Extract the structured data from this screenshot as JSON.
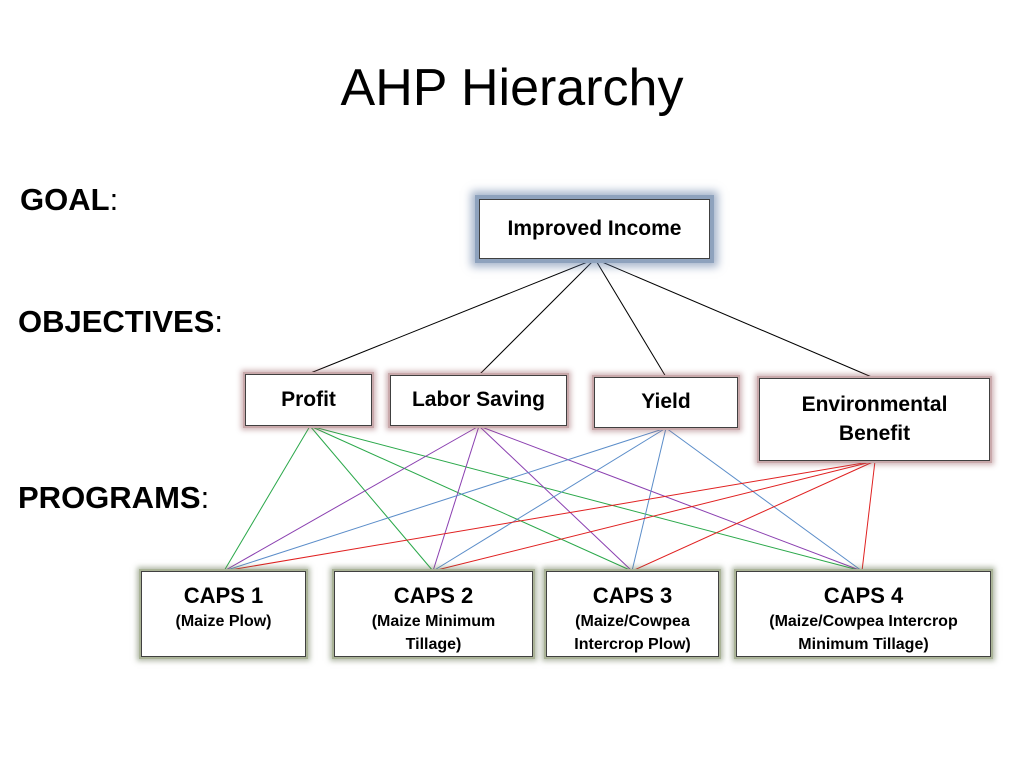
{
  "title": "AHP Hierarchy",
  "levels": {
    "goal": {
      "label": "GOAL",
      "colon": ":"
    },
    "objectives": {
      "label": "OBJECTIVES",
      "colon": ":"
    },
    "programs": {
      "label": "PROGRAMS",
      "colon": ":"
    }
  },
  "goal": {
    "label": "Improved Income"
  },
  "objectives": [
    {
      "label": "Profit"
    },
    {
      "label": "Labor Saving"
    },
    {
      "label": "Yield"
    },
    {
      "label": "Environmental Benefit"
    }
  ],
  "programs": [
    {
      "name": "CAPS 1",
      "description": "(Maize Plow)"
    },
    {
      "name": "CAPS 2",
      "description": "(Maize Minimum Tillage)"
    },
    {
      "name": "CAPS 3",
      "description": "(Maize/Cowpea Intercrop Plow)"
    },
    {
      "name": "CAPS 4",
      "description": "(Maize/Cowpea Intercrop Minimum Tillage)"
    }
  ],
  "colors": {
    "goal_links": "#000000",
    "profit_links": "#2aa84a",
    "labor_saving_links": "#8a3fb0",
    "yield_links": "#5b8dc9",
    "environmental_links": "#e02020"
  }
}
